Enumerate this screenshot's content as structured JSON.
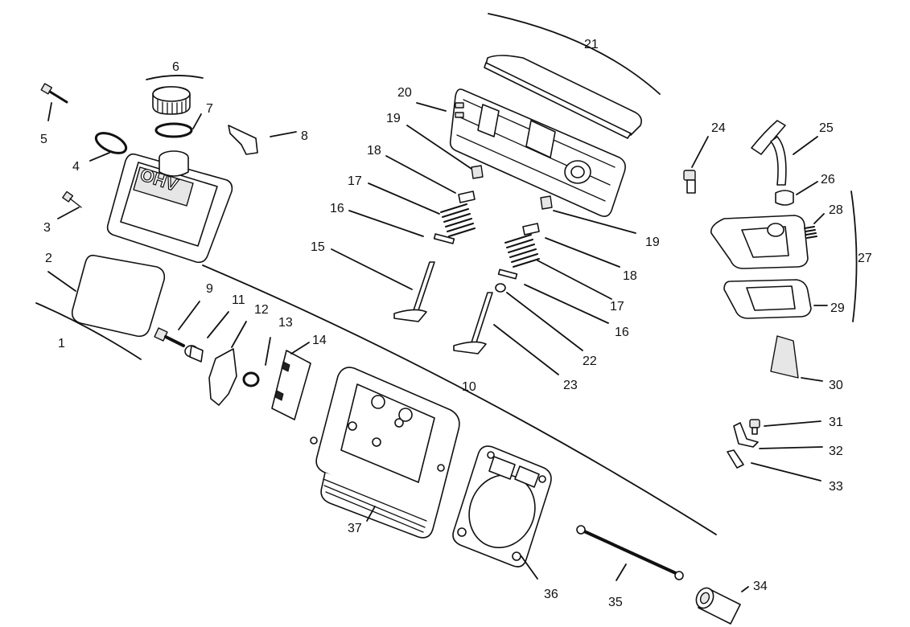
{
  "diagram": {
    "callouts": [
      "1",
      "2",
      "3",
      "4",
      "5",
      "6",
      "7",
      "8",
      "9",
      "10",
      "11",
      "12",
      "13",
      "14",
      "15",
      "16",
      "17",
      "18",
      "19",
      "20",
      "21",
      "22",
      "23",
      "24",
      "25",
      "26",
      "27",
      "28",
      "29",
      "30",
      "31",
      "32",
      "33",
      "34",
      "35",
      "36",
      "37",
      "16",
      "17",
      "18",
      "19"
    ],
    "cover_embossed_text": "OHV"
  }
}
